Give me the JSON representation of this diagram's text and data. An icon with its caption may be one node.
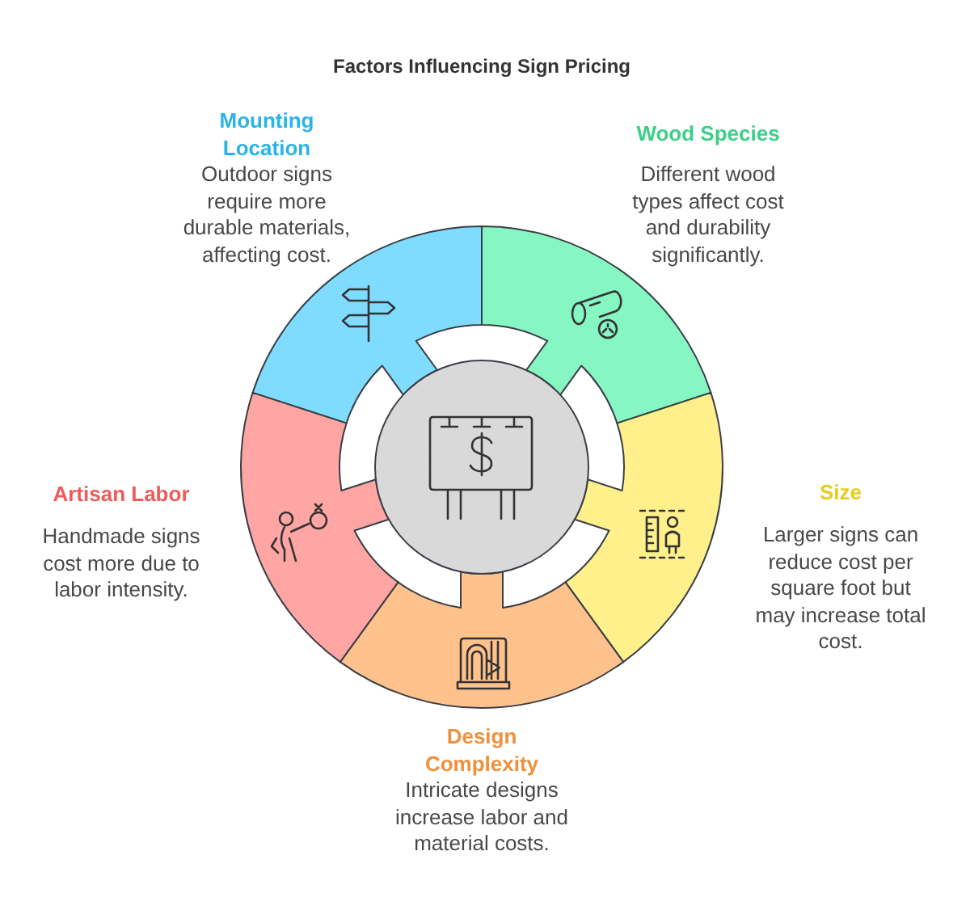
{
  "diagram": {
    "title": "Factors Influencing Sign Pricing",
    "nodes": [
      {
        "text": [
          "Mounting Location",
          "Outdoor signs require more durable materials, affecting cost."
        ]
      },
      {
        "text": [
          "Wood Species",
          "Different wood types affect cost and durability significantly."
        ]
      },
      {
        "text": [
          "Size",
          "Larger signs can reduce cost per square foot but may increase total cost."
        ]
      },
      {
        "text": [
          "Design Complexity",
          "Intricate designs increase labor and material costs."
        ]
      },
      {
        "text": [
          "Artisan Labor",
          "Handmade signs cost more due to labor intensity."
        ]
      },
      {
        "text": [],
        "shape": "circle"
      }
    ]
  }
}
